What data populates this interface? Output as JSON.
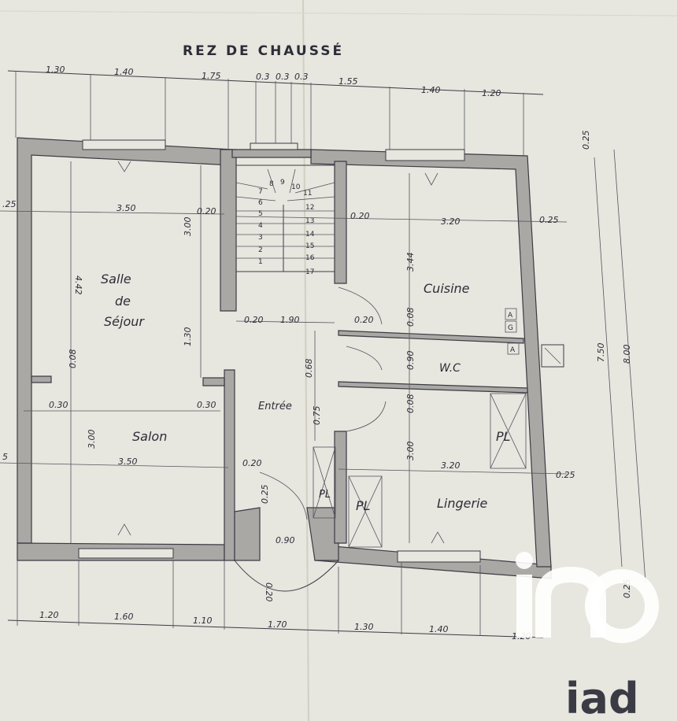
{
  "plan": {
    "title": "REZ DE CHAUSSÉ",
    "rooms": {
      "salle_de_sejour": [
        "Salle",
        "de",
        "Séjour"
      ],
      "salon": "Salon",
      "entree": "Entrée",
      "cuisine": "Cuisine",
      "wc": "W.C",
      "lingerie": "Lingerie",
      "pl": "PL"
    },
    "dims_top": [
      "1.30",
      "1.40",
      "1.75",
      "0.3",
      "0.3",
      "0.3",
      "1.55",
      "1.40",
      "1.20"
    ],
    "dims_bottom": [
      "1.20",
      "1.60",
      "1.10",
      "1.70",
      "1.30",
      "1.40",
      "1.20"
    ],
    "dims_right": [
      "0.25",
      "7.50",
      "8.00",
      "0.25"
    ],
    "dims_inner": {
      "sejour_width": "3.50",
      "sejour_height": "4.42",
      "wall_a": "0.20",
      "stair_h": "3.00",
      "mid_wall_1": "0.20",
      "mid_span": "1.90",
      "mid_wall_2": "0.20",
      "hall_h": "1.30",
      "wall_b": "0.08",
      "wall_c": "0.30",
      "wall_d": "0.30",
      "salon_h": "3.00",
      "salon_width": "3.50",
      "wall_e": "0.20",
      "entry_v1": "0.68",
      "entry_v2": "0.75",
      "porch_a": "0.25",
      "porch_b": "0.90",
      "porch_c": "0.20",
      "kitchen_wall_left": "0.20",
      "kitchen_width": "3.20",
      "kitchen_wall_right": "0.25",
      "kitchen_h": "3.44",
      "wc_wall_1": "0.08",
      "wc_h": "0.90",
      "wc_wall_2": "0.08",
      "lingerie_h": "3.00",
      "lingerie_width": "3.20",
      "lingerie_wall": "0.25",
      "left_edge": ".25",
      "left_edge2": "5"
    },
    "stairs": [
      "1",
      "2",
      "3",
      "4",
      "5",
      "6",
      "7",
      "8",
      "9",
      "10",
      "11",
      "12",
      "13",
      "14",
      "15",
      "16",
      "17"
    ],
    "appliance_marks": [
      "A",
      "G",
      "A"
    ]
  },
  "watermark": {
    "text": "iad"
  }
}
